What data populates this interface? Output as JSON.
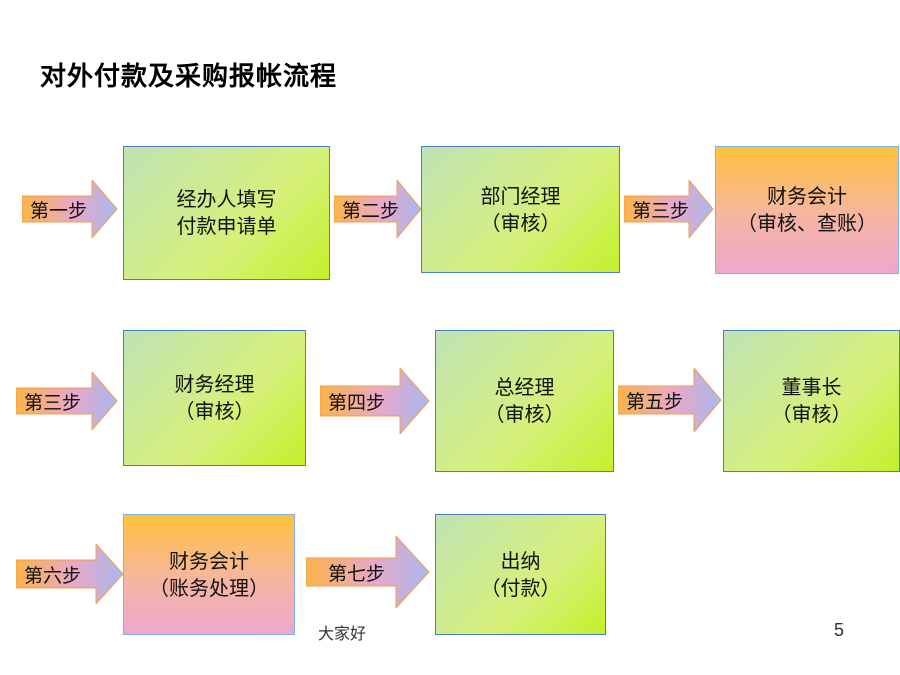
{
  "title": "对外付款及采购报帐流程",
  "steps": [
    {
      "label": "第一步",
      "box_line1": "经办人填写",
      "box_line2": "付款申请单"
    },
    {
      "label": "第二步",
      "box_line1": "部门经理",
      "box_line2": "（审核）"
    },
    {
      "label": "第三步",
      "box_line1": "财务会计",
      "box_line2": "（审核、查账）"
    },
    {
      "label": "第三步",
      "box_line1": "财务经理",
      "box_line2": "（审核）"
    },
    {
      "label": "第四步",
      "box_line1": "总经理",
      "box_line2": "（审核）"
    },
    {
      "label": "第五步",
      "box_line1": "董事长",
      "box_line2": "（审核）"
    },
    {
      "label": "第六步",
      "box_line1": "财务会计",
      "box_line2": "（账务处理）"
    },
    {
      "label": "第七步",
      "box_line1": "出纳",
      "box_line2": "（付款）"
    }
  ],
  "footer": "大家好",
  "page_number": "5"
}
